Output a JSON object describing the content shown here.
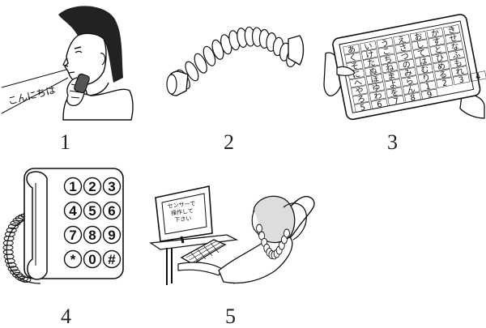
{
  "panels": [
    {
      "number": "1",
      "caption": "こんにちは"
    },
    {
      "number": "2"
    },
    {
      "number": "3",
      "board_rows": [
        "あいうえおかき",
        "くけこさしすせ",
        "そたちつてとな",
        "にぬねのはひふ",
        "へほまみむめも",
        "やゆよらりるれ",
        "ろわをん1234",
        "56789"
      ]
    },
    {
      "number": "4",
      "keys": [
        "1",
        "2",
        "3",
        "4",
        "5",
        "6",
        "7",
        "8",
        "9",
        "*",
        "0",
        "#"
      ]
    },
    {
      "number": "5",
      "screen_text": "センサーで\n操作して\n下さい"
    }
  ]
}
